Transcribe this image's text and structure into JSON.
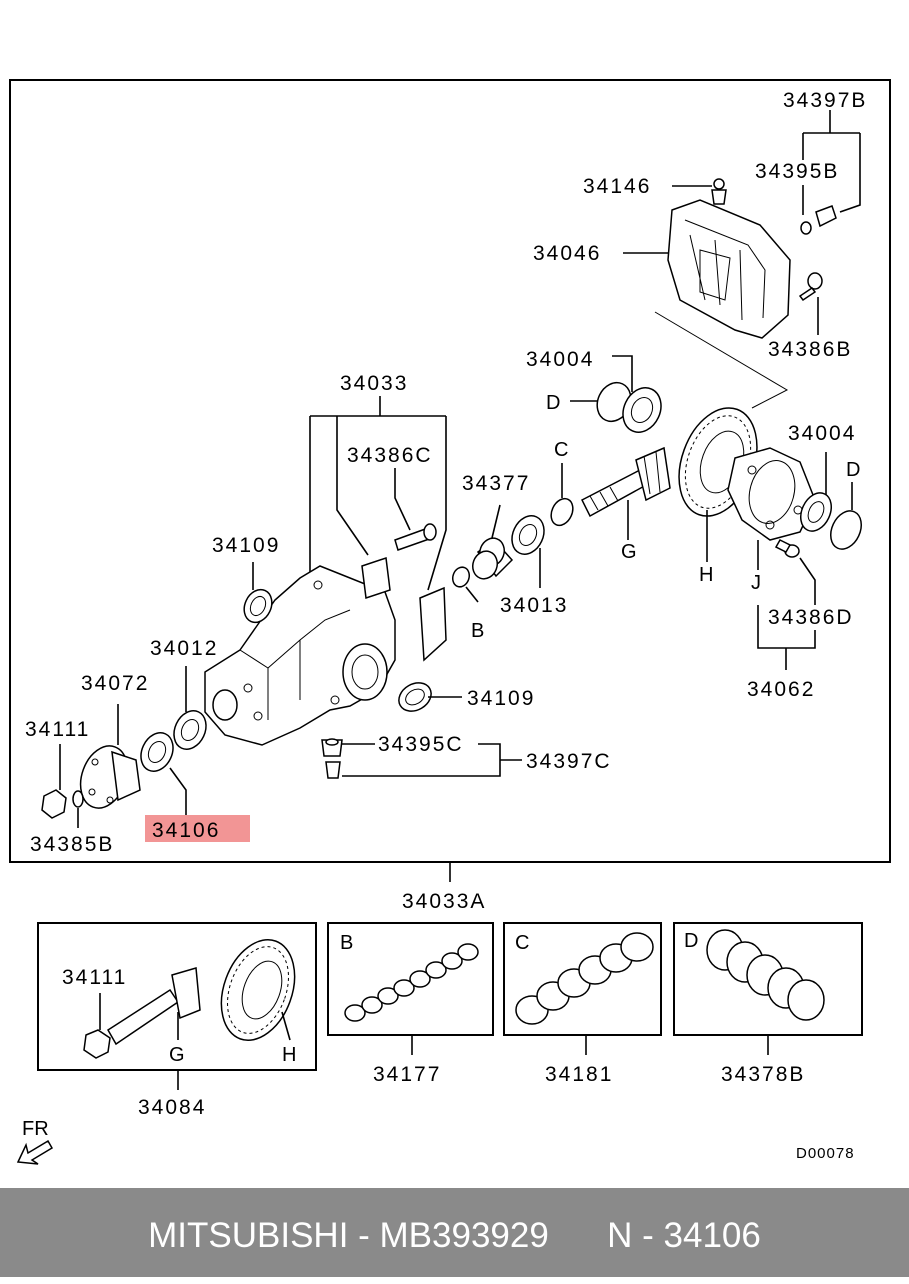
{
  "diagram": {
    "labels": {
      "l34397B": "34397B",
      "l34395B": "34395B",
      "l34146": "34146",
      "l34046": "34046",
      "l34386B": "34386B",
      "l34004_top": "34004",
      "l34033": "34033",
      "l34386C": "34386C",
      "l34377": "34377",
      "l34004_right": "34004",
      "l34109_left": "34109",
      "l34013": "34013",
      "l34012": "34012",
      "l34072": "34072",
      "l34109_mid": "34109",
      "l34111_main": "34111",
      "l34395C": "34395C",
      "l34397C": "34397C",
      "l34386D": "34386D",
      "l34062": "34062",
      "l34106": "34106",
      "l34385B": "34385B",
      "l34033A": "34033A",
      "l34111_box": "34111",
      "l34084": "34084",
      "l34177": "34177",
      "l34181": "34181",
      "l34378B": "34378B"
    },
    "letters": {
      "D_top": "D",
      "C_top": "C",
      "D_right": "D",
      "B_mid": "B",
      "G_mid": "G",
      "H_mid": "H",
      "J_mid": "J",
      "G_box": "G",
      "H_box": "H",
      "B_box": "B",
      "C_box": "C",
      "D_box": "D"
    },
    "fr_label": "FR",
    "diagram_code": "D00078",
    "highlight_color": "#f29595",
    "icons": [
      "front-direction-arrow-icon"
    ]
  },
  "footer": {
    "text": "MITSUBISHI - MB393929      N - 34106",
    "background": "#8a8a8a",
    "color": "#ffffff"
  }
}
